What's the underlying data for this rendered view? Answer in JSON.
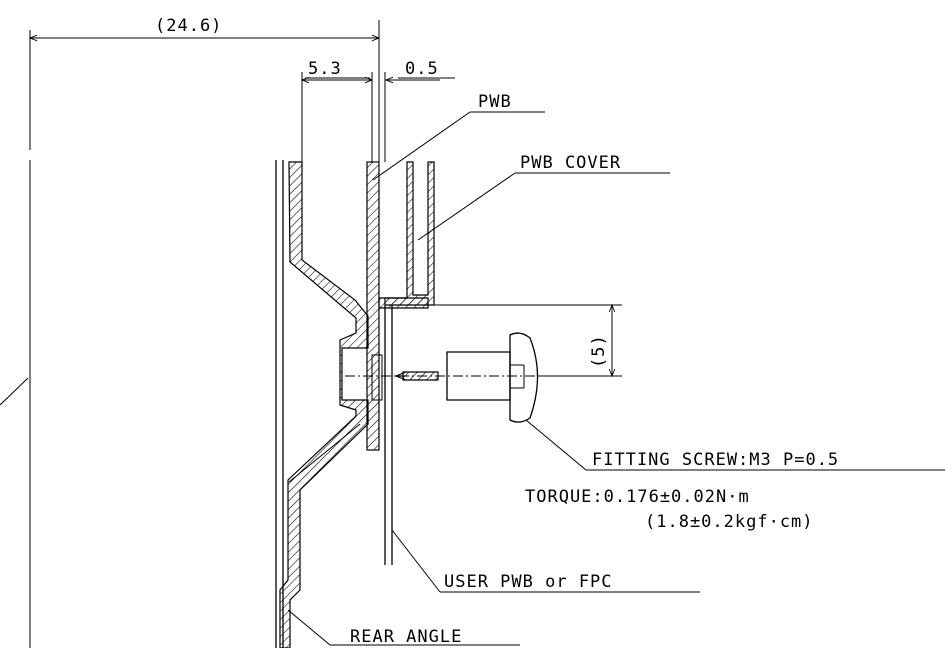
{
  "dimensions": {
    "overall": "(24.6)",
    "gap_a": "5.3",
    "gap_b": "0.5",
    "screw_offset": "(5)"
  },
  "labels": {
    "pwb": "PWB",
    "pwb_cover": "PWB COVER",
    "fitting_screw": "FITTING SCREW:M3 P=0.5",
    "torque_line1": "TORQUE:0.176±0.02N·m",
    "torque_line2": "(1.8±0.2kgf·cm)",
    "user_pwb": "USER PWB or FPC",
    "rear_angle": "REAR ANGLE"
  }
}
